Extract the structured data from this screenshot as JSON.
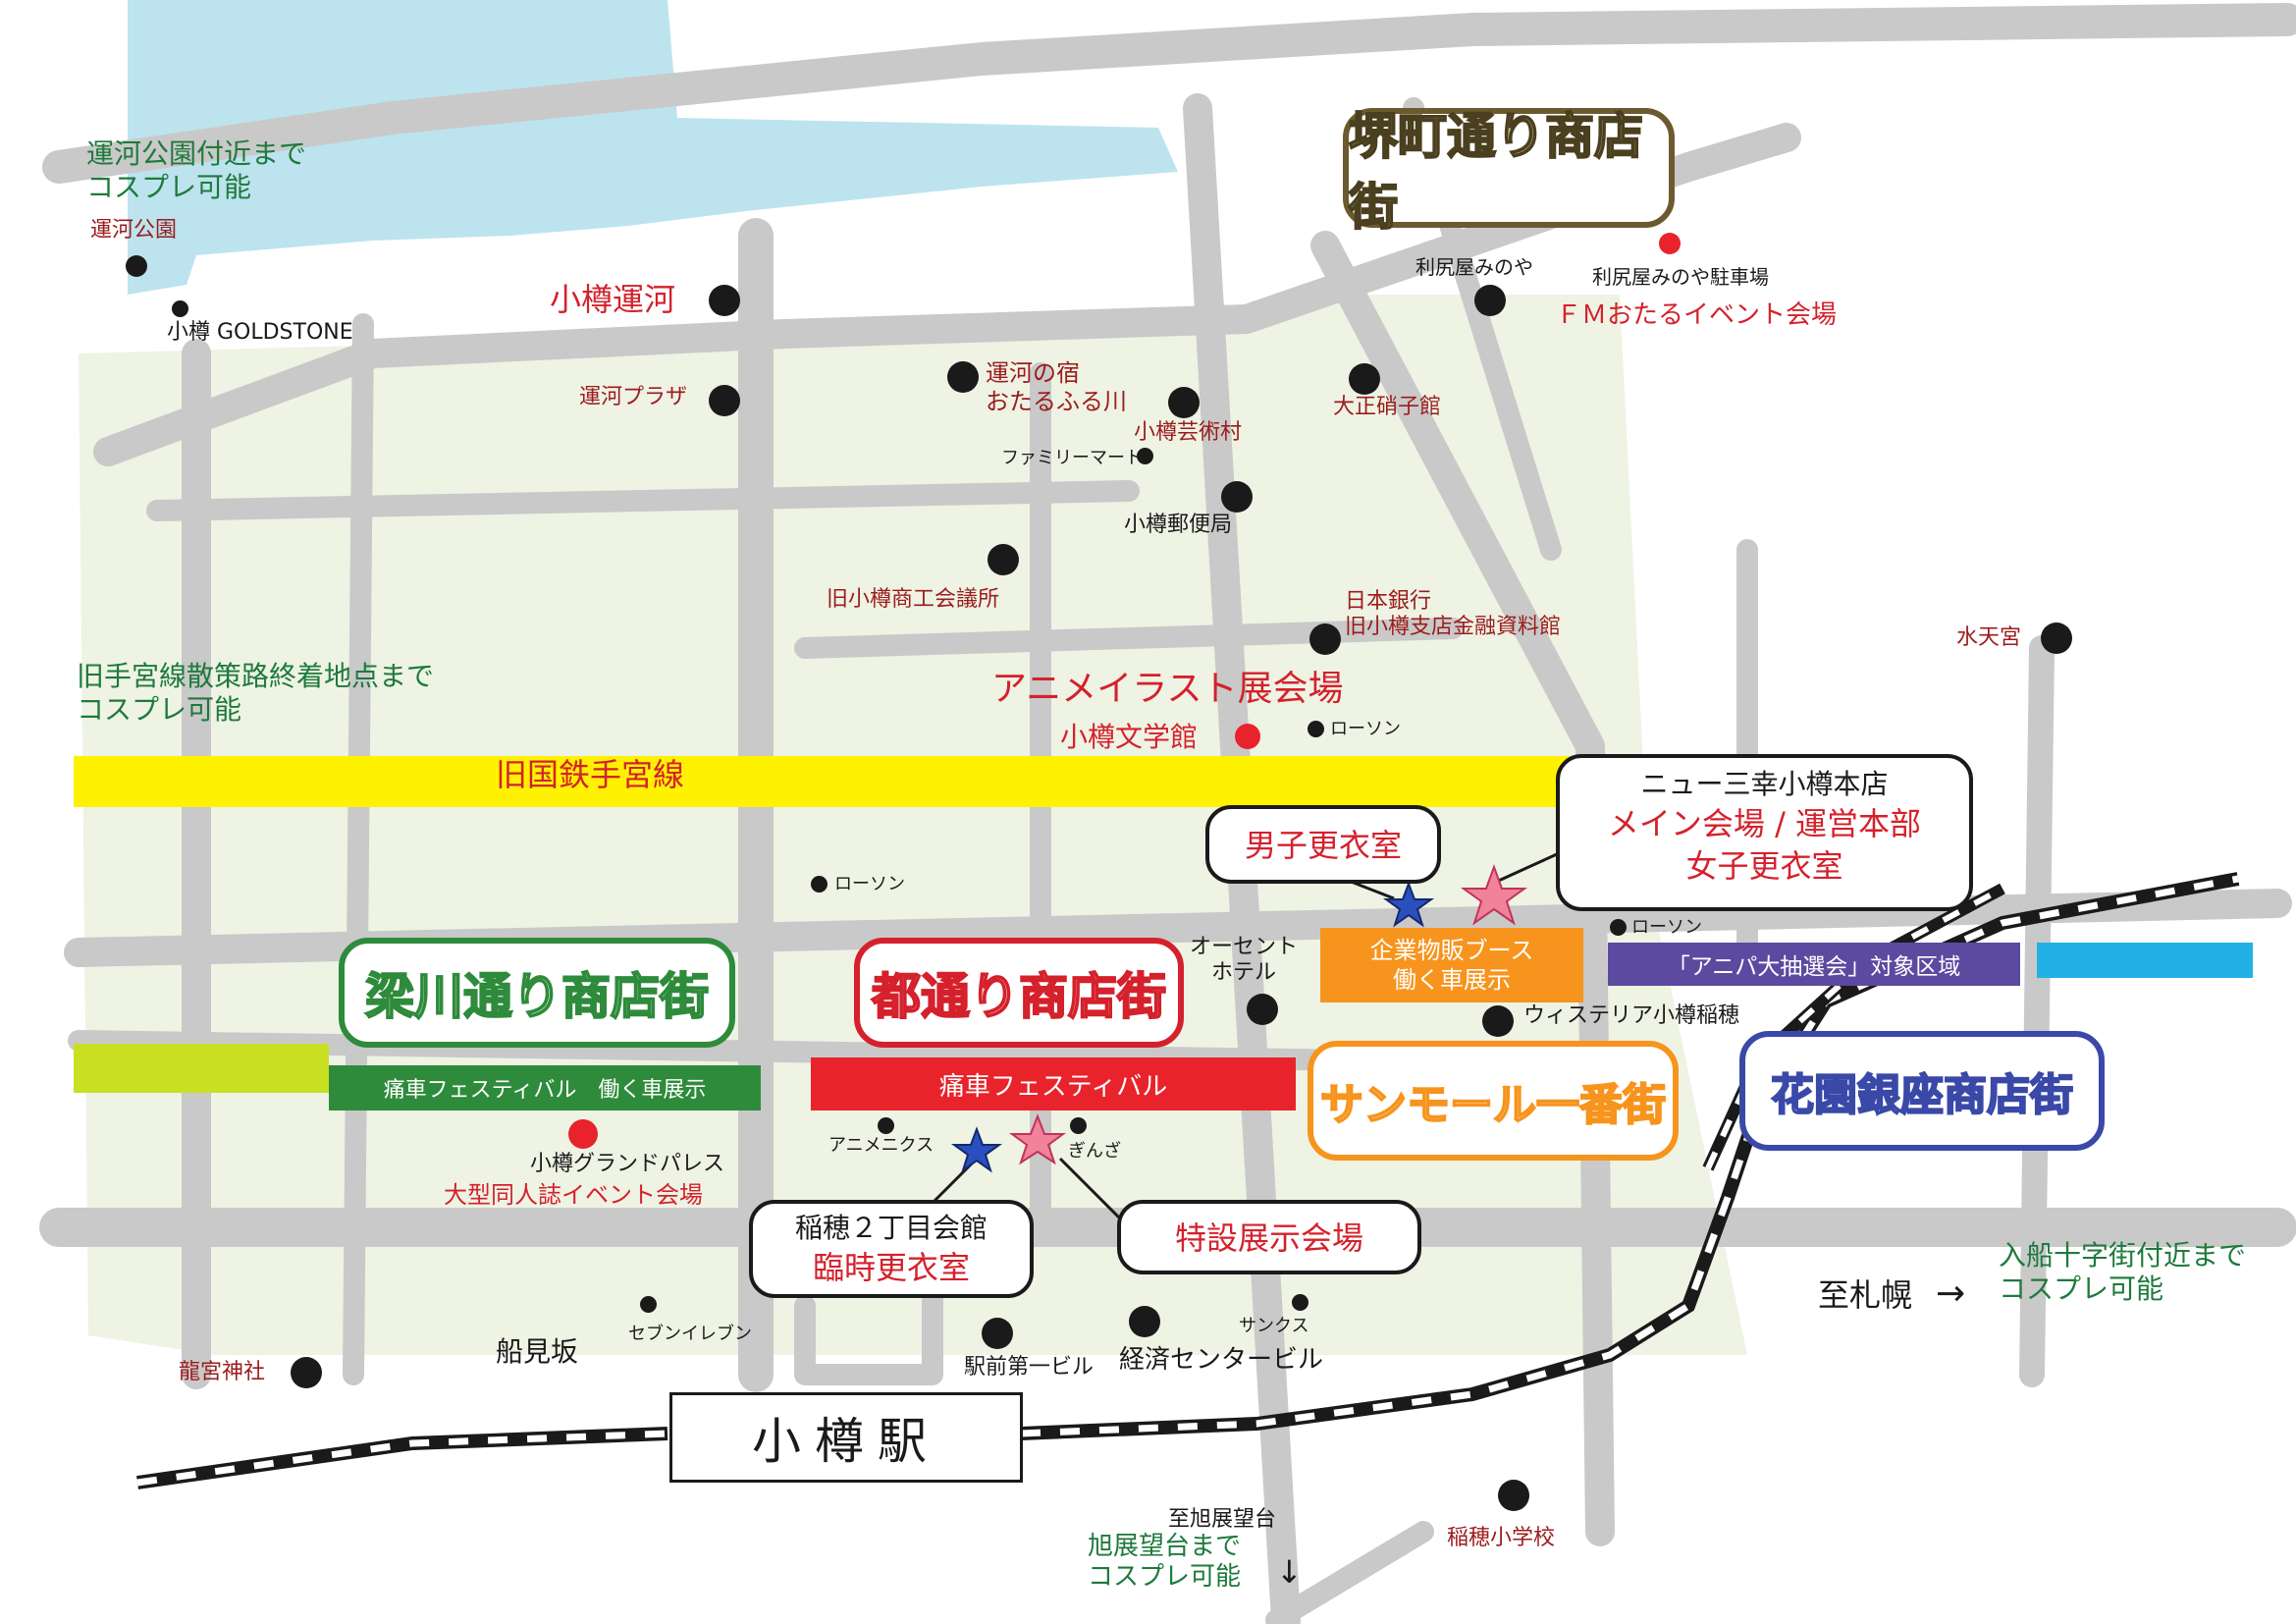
{
  "colors": {
    "water": "#bde3ef",
    "road": "#c9c9c9",
    "block": "#eef3e4",
    "teamiya": "#fff200",
    "red_band": "#e8232b",
    "green_band": "#2e8b3b",
    "orange_band": "#f7941d",
    "purple_band": "#5b4aa0",
    "lime": "#c8e021",
    "blue_band": "#22b1e6"
  },
  "streets": {
    "sakaimachi": "堺町通り商店街",
    "nakagawa": "梁川通り商店街",
    "miyako": "都通り商店街",
    "sunmall": "サンモール一番街",
    "hanazono": "花園銀座商店街"
  },
  "station": "小樽駅",
  "rail_line": "旧国鉄手宮線",
  "bands": {
    "miyako_band": "痛車フェスティバル",
    "nakagawa_band": "痛車フェスティバル　働く車展示",
    "orange_band": [
      "企業物販ブース",
      "働く車展示"
    ],
    "purple_band": "「アニパ大抽選会」対象区域"
  },
  "notes": {
    "unga_park": [
      "運河公園付近まで",
      "コスプレ可能"
    ],
    "temiya": [
      "旧手宮線散策路終着地点まで",
      "コスプレ可能"
    ],
    "irifune": [
      "入船十字街付近まで",
      "コスプレ可能"
    ],
    "asahi": [
      "旭展望台まで",
      "コスプレ可能"
    ],
    "to_sapporo": "至札幌",
    "to_asahi": "至旭展望台",
    "arrow_right": "→",
    "arrow_down": "↓"
  },
  "venues": {
    "unga": "小樽運河",
    "anime_illust": "アニメイラスト展会場",
    "bungakukan": "小樽文学館",
    "fm_event": "ＦＭおたるイベント会場",
    "grand_palace": "小樽グランドパレス",
    "doujin_event": "大型同人誌イベント会場"
  },
  "callouts": {
    "dansi": "男子更衣室",
    "main": [
      "ニュー三幸小樽本店",
      "メイン会場 / 運営本部",
      "女子更衣室"
    ],
    "inaho": [
      "稲穂２丁目会館",
      "臨時更衣室"
    ],
    "tokusetsu": "特設展示会場"
  },
  "landmarks": {
    "unga_koen": "運河公園",
    "goldstone": "小樽 GOLDSTONE",
    "unga_plaza": "運河プラザ",
    "unga_yado": [
      "運河の宿",
      "おたるふる川"
    ],
    "geijutsu": "小樽芸術村",
    "family_mart": "ファミリーマート",
    "yubin": "小樽郵便局",
    "shoko": "旧小樽商工会議所",
    "boj": [
      "日本銀行",
      "旧小樽支店金融資料館"
    ],
    "rishiriya": "利尻屋みのや",
    "rishiriya_parking": "利尻屋みのや駐車場",
    "taisho": "大正硝子館",
    "suitengu": "水天宮",
    "lawson": "ローソン",
    "ocent": [
      "オーセント",
      "ホテル"
    ],
    "wisteria": "ウィステリア小樽稲穂",
    "animax": "アニメニクス",
    "ginza": "ぎんざ",
    "seven": "セブンイレブン",
    "funamizaka": "船見坂",
    "ekimae": "駅前第一ビル",
    "keizai": "経済センタービル",
    "sunkus": "サンクス",
    "ryugu": "龍宮神社",
    "inaho_school": "稲穂小学校"
  }
}
